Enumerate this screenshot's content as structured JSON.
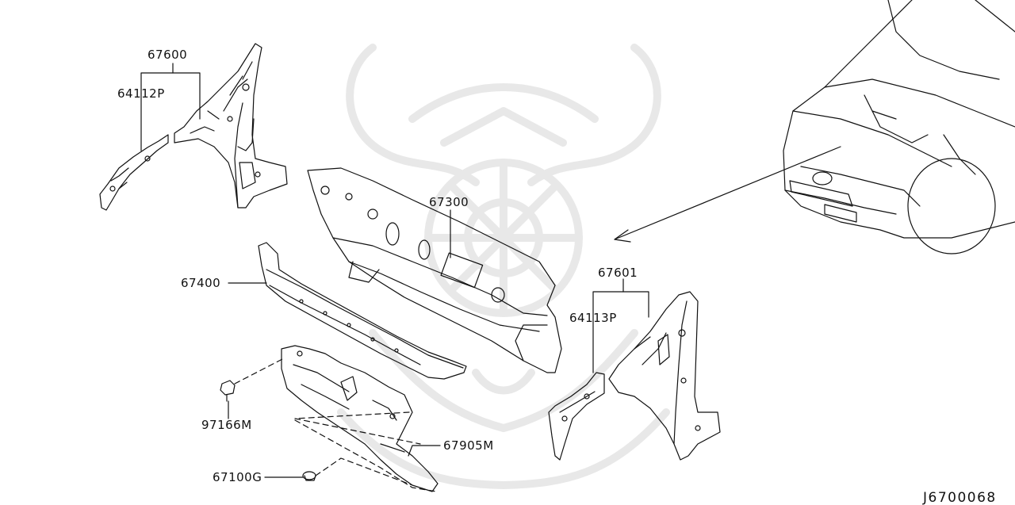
{
  "diagram": {
    "diagram_id": "J6700068",
    "parts": [
      {
        "key": "p67600",
        "number": "67600"
      },
      {
        "key": "p64112P",
        "number": "64112P"
      },
      {
        "key": "p67300",
        "number": "67300"
      },
      {
        "key": "p67400",
        "number": "67400"
      },
      {
        "key": "p67601",
        "number": "67601"
      },
      {
        "key": "p64113P",
        "number": "64113P"
      },
      {
        "key": "p97166M",
        "number": "97166M"
      },
      {
        "key": "p67905M",
        "number": "67905M"
      },
      {
        "key": "p67100G",
        "number": "67100G"
      }
    ]
  },
  "colors": {
    "line": "#111111",
    "watermark": "#e6e6e6"
  }
}
